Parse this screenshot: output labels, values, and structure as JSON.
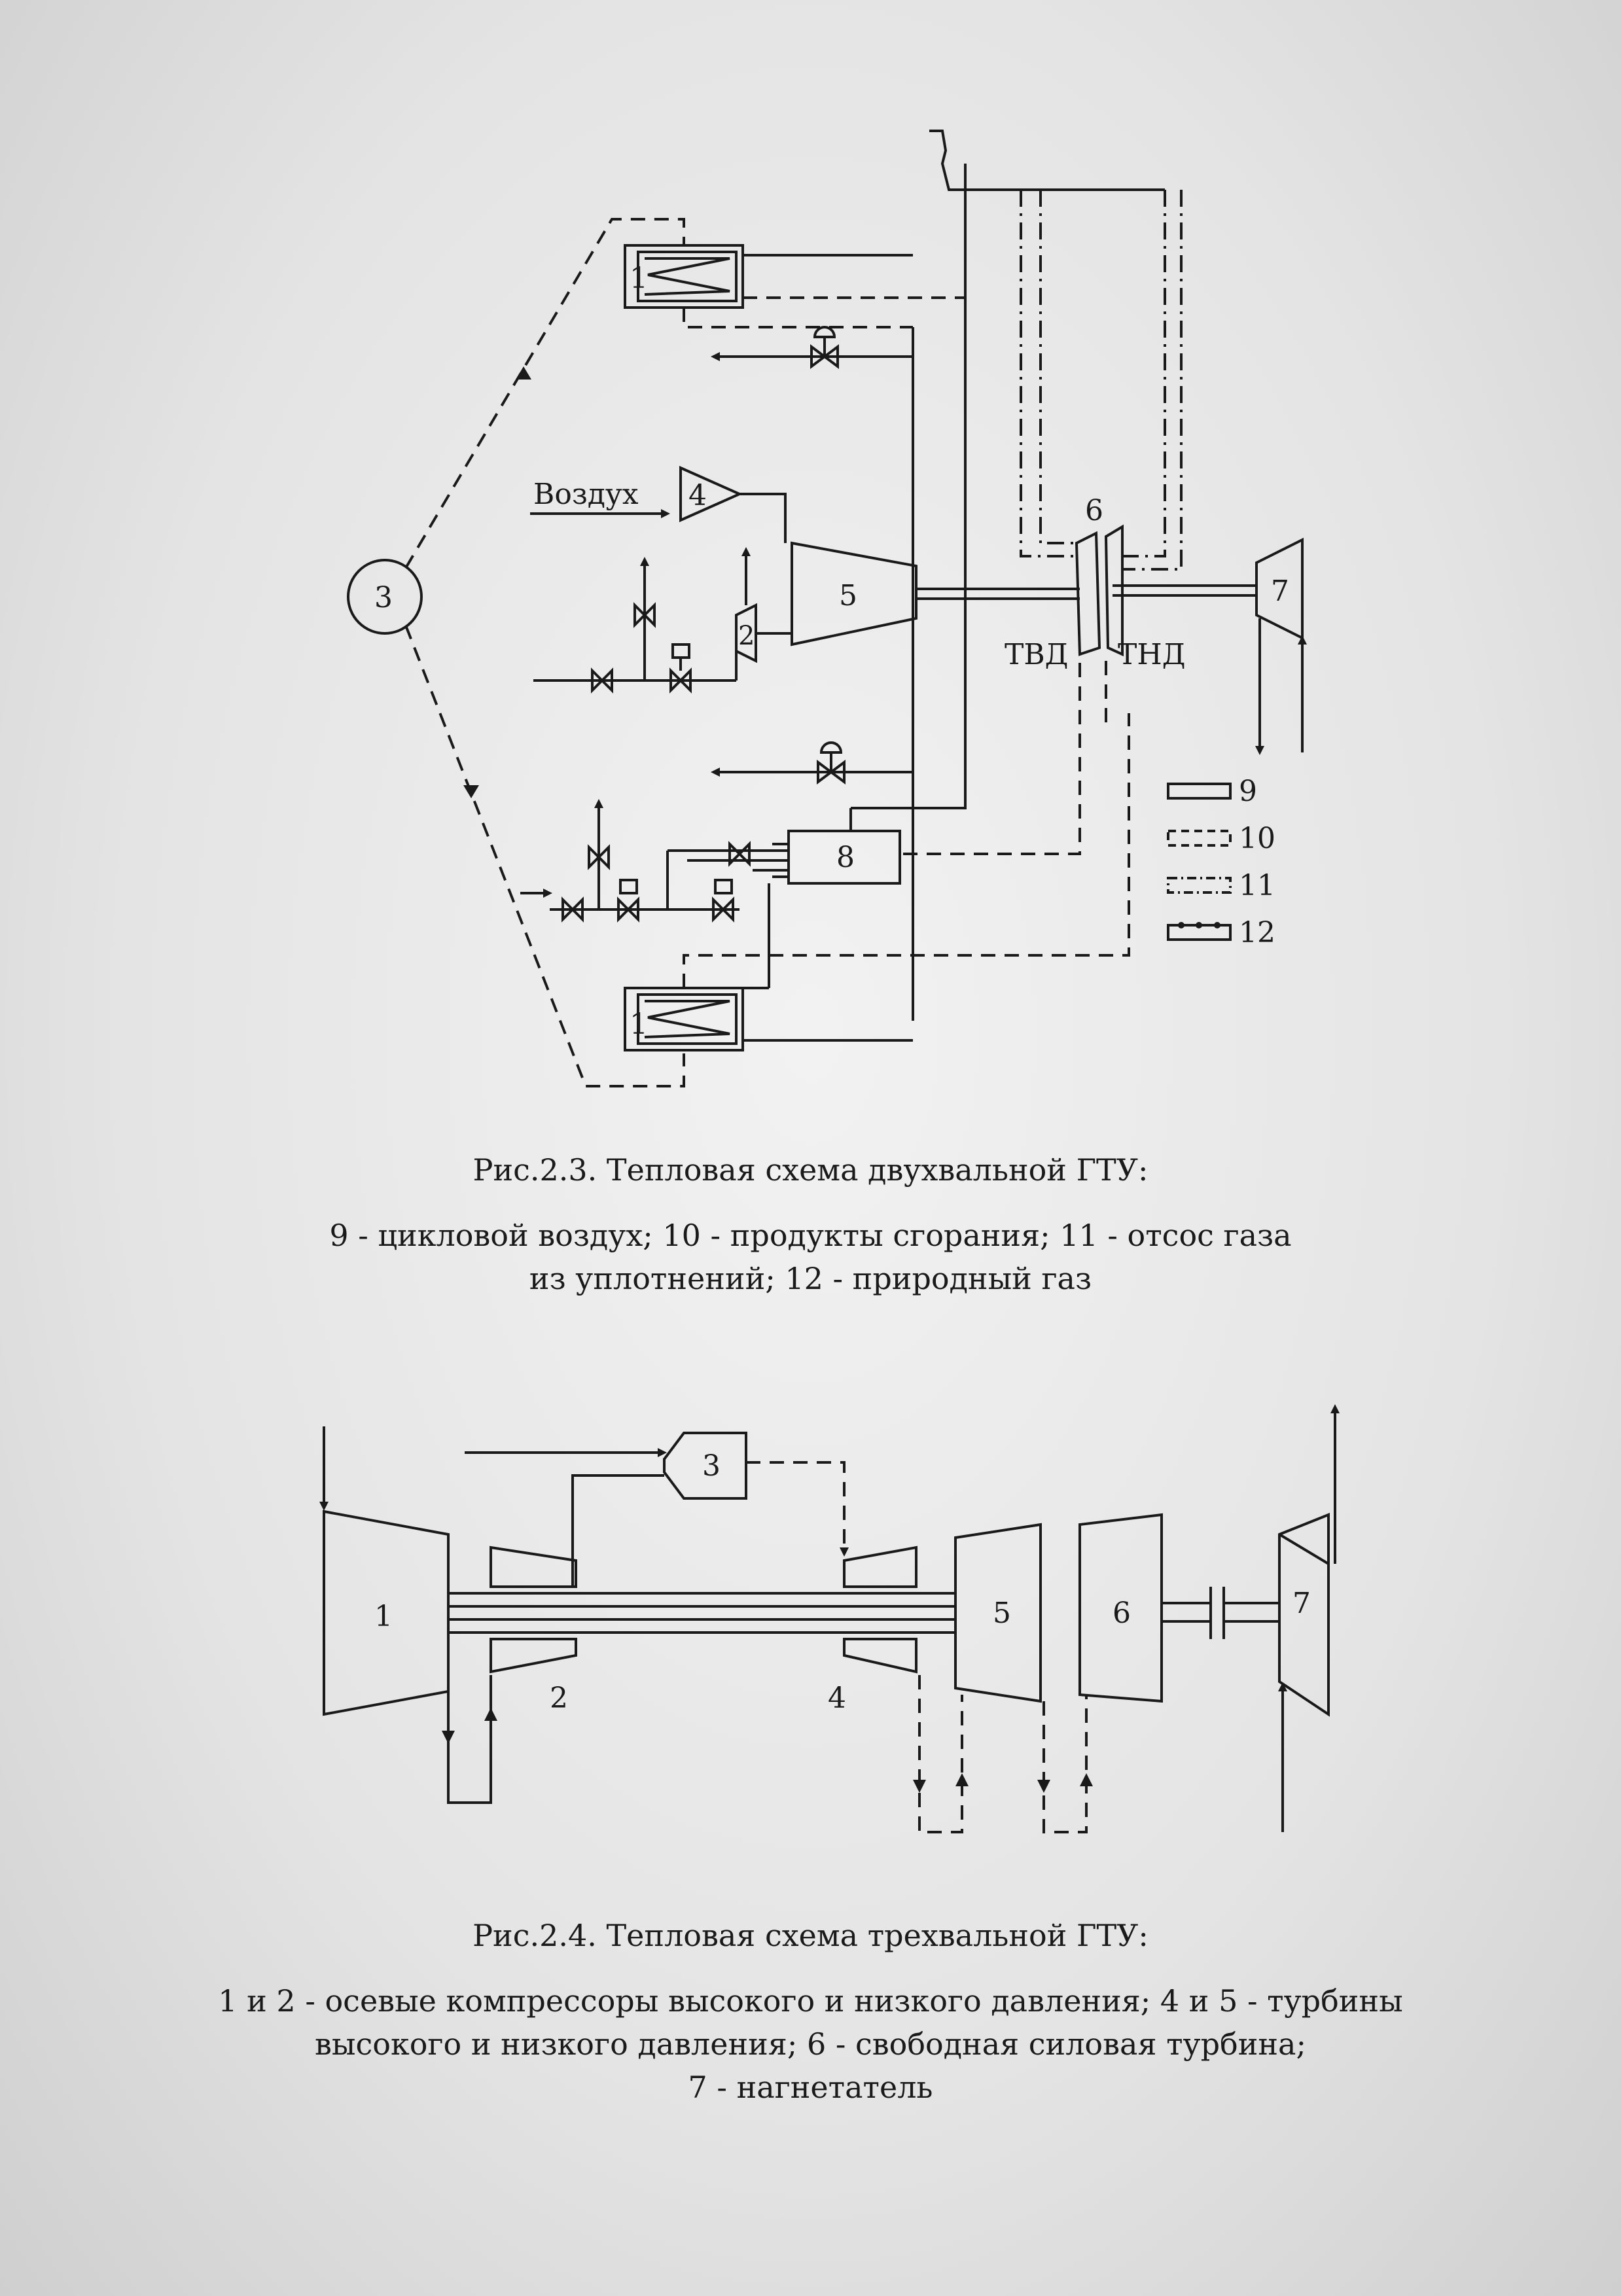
{
  "figure_1": {
    "labels": {
      "air": "Воздух",
      "hp_turbine": "ТВД",
      "lp_turbine": "ТНД",
      "n1_top": "1",
      "n1_bottom": "1",
      "n2": "2",
      "n3": "3",
      "n4": "4",
      "n5": "5",
      "n6": "6",
      "n7": "7",
      "n8": "8"
    },
    "legend": [
      {
        "label": "9",
        "style": "solid-double"
      },
      {
        "label": "10",
        "style": "dashed-double"
      },
      {
        "label": "11",
        "style": "dashdot-double"
      },
      {
        "label": "12",
        "style": "dotted-double"
      }
    ],
    "caption_title": "Рис.2.3. Тепловая схема двухвальной ГТУ:",
    "caption_lines": [
      "9 - цикловой воздух; 10 - продукты сгорания; 11 - отсос газа",
      "из уплотнений; 12 - природный газ"
    ]
  },
  "figure_2": {
    "labels": {
      "n1": "1",
      "n2": "2",
      "n3": "3",
      "n4": "4",
      "n5": "5",
      "n6": "6",
      "n7": "7"
    },
    "caption_title": "Рис.2.4. Тепловая схема трехвальной ГТУ:",
    "caption_lines": [
      "1 и 2 - осевые компрессоры высокого и низкого давления; 4 и 5 - турбины",
      "высокого и низкого давления; 6 - свободная силовая турбина;",
      "7 - нагнетатель"
    ]
  }
}
